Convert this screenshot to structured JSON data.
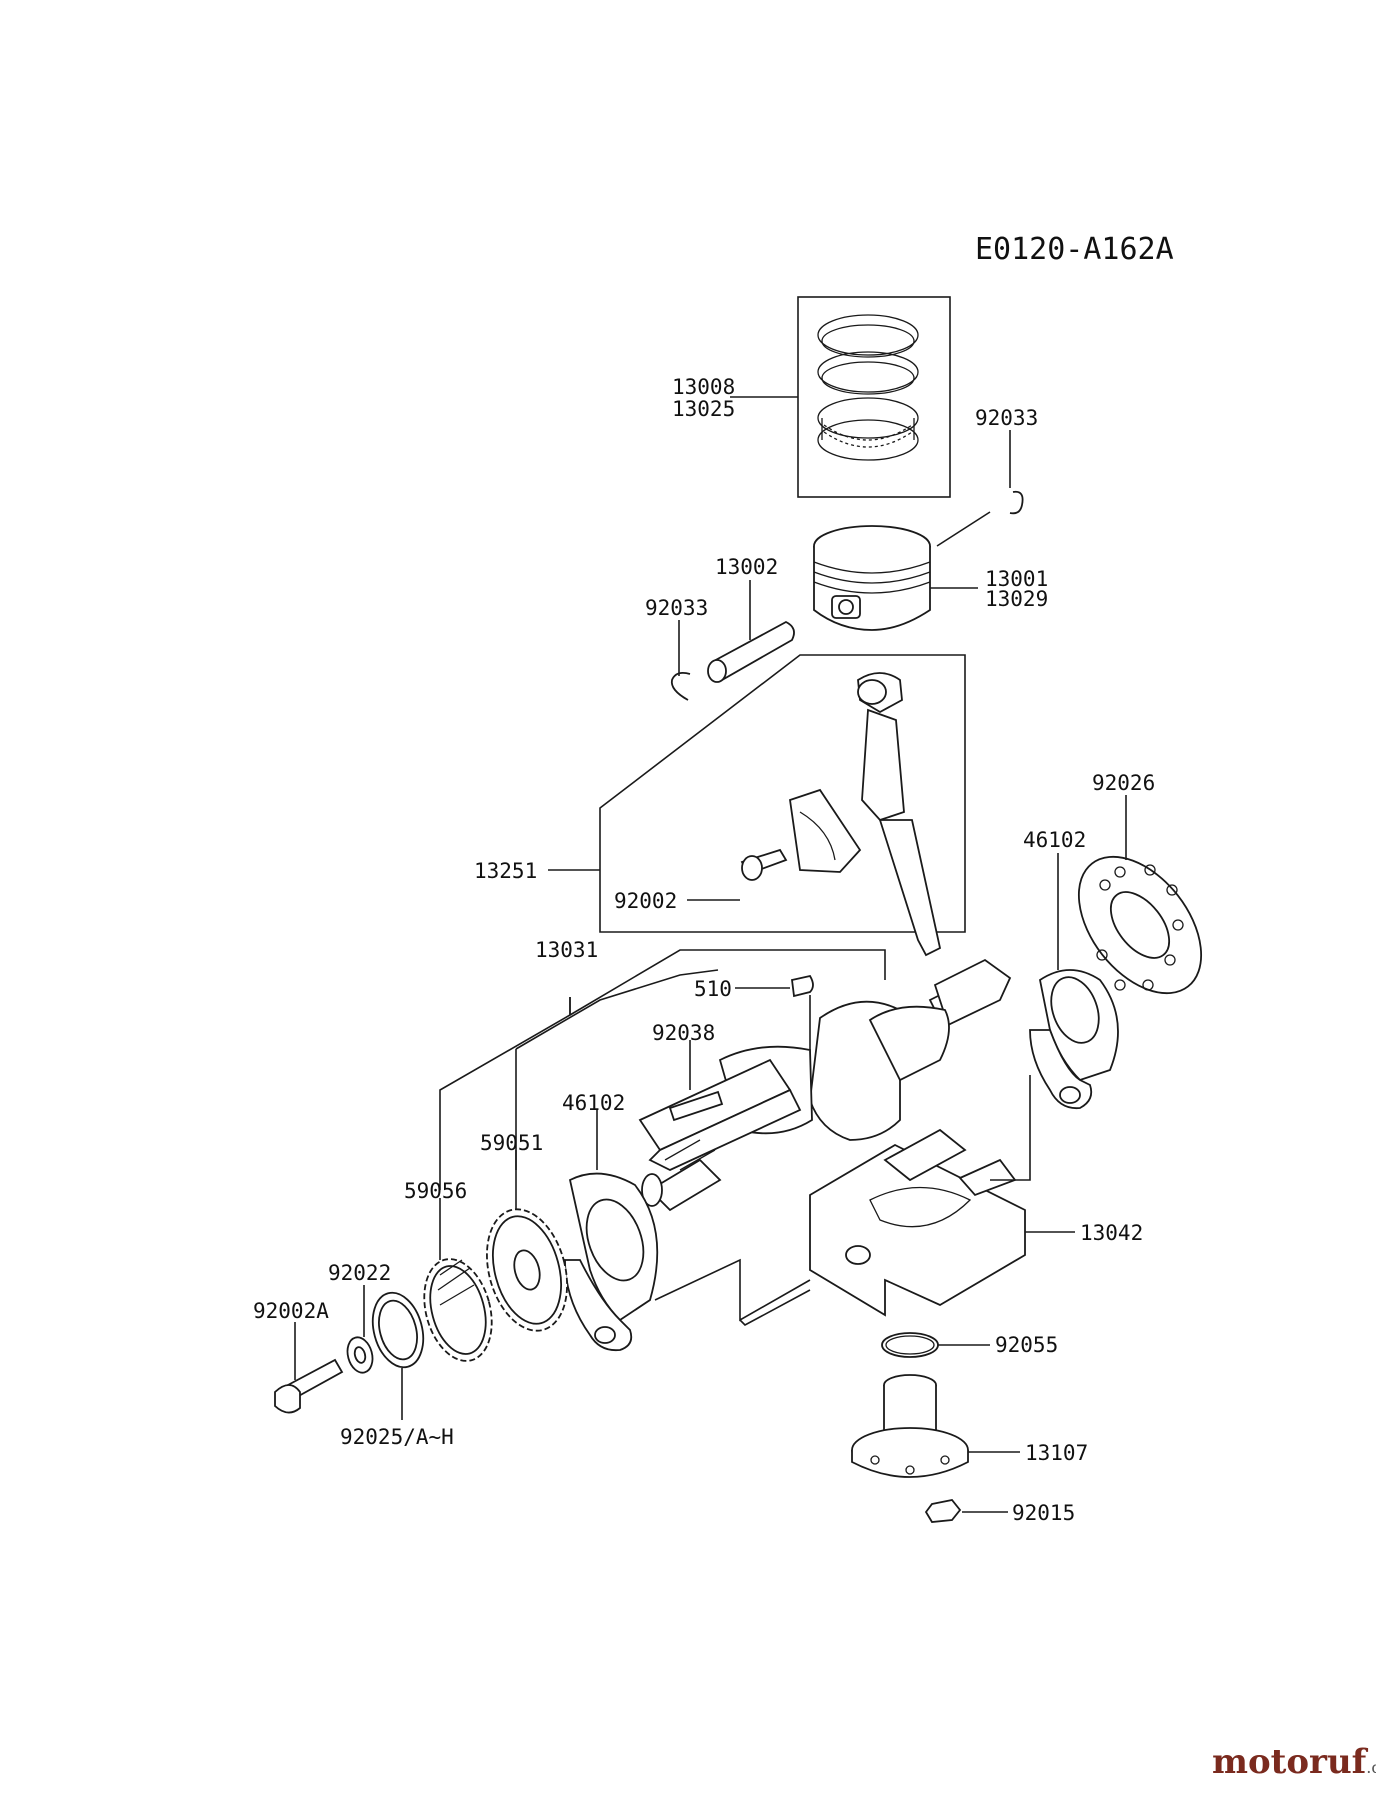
{
  "diagram_code": "E0120-A162A",
  "watermark": {
    "brand": "motoruf",
    "tld": ".de"
  },
  "parts": {
    "p13008": "13008",
    "p13025": "13025",
    "p92033_top": "92033",
    "p13002": "13002",
    "p92033_left": "92033",
    "p13001": "13001",
    "p13029": "13029",
    "p13251": "13251",
    "p92002": "92002",
    "p92026": "92026",
    "p46102_right": "46102",
    "p13031": "13031",
    "p510": "510",
    "p92038": "92038",
    "p46102_left": "46102",
    "p59051": "59051",
    "p59056": "59056",
    "p92022": "92022",
    "p92002A": "92002A",
    "p92025": "92025/A~H",
    "p13042": "13042",
    "p92055": "92055",
    "p13107": "13107",
    "p92015": "92015"
  }
}
